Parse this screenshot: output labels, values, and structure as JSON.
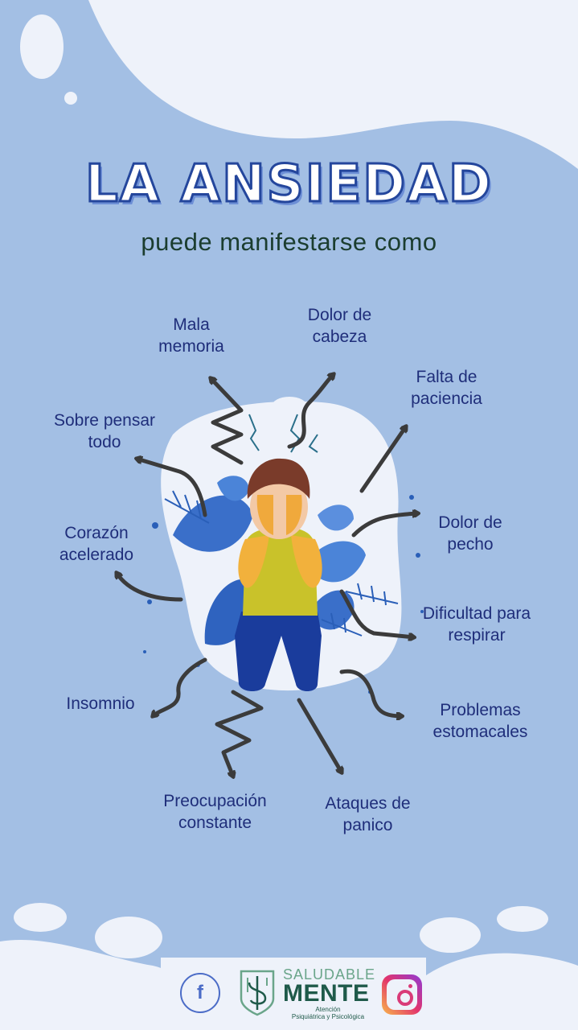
{
  "title": "LA ANSIEDAD",
  "subtitle": "puede manifestarse como",
  "symptoms": [
    {
      "label": "Mala\nmemoria"
    },
    {
      "label": "Dolor de\ncabeza"
    },
    {
      "label": "Falta de\npaciencia"
    },
    {
      "label": "Sobre pensar\ntodo"
    },
    {
      "label": "Dolor de\npecho"
    },
    {
      "label": "Corazón\nacelerado"
    },
    {
      "label": "Dificultad para\nrespirar"
    },
    {
      "label": "Insomnio"
    },
    {
      "label": "Problemas\nestomacales"
    },
    {
      "label": "Preocupación\nconstante"
    },
    {
      "label": "Ataques de\npanico"
    }
  ],
  "footer": {
    "facebook_icon": "facebook-icon",
    "facebook_glyph": "f",
    "brand_top": "SALUDABLE",
    "brand_main": "MENTE",
    "brand_tagline": "Atención\nPsiquiátrica y Psicológica",
    "instagram_icon": "instagram-icon"
  },
  "colors": {
    "background": "#a3bfe4",
    "title_stroke": "#24469c",
    "label": "#1f2e7a",
    "arrow": "#3b3b3b"
  }
}
